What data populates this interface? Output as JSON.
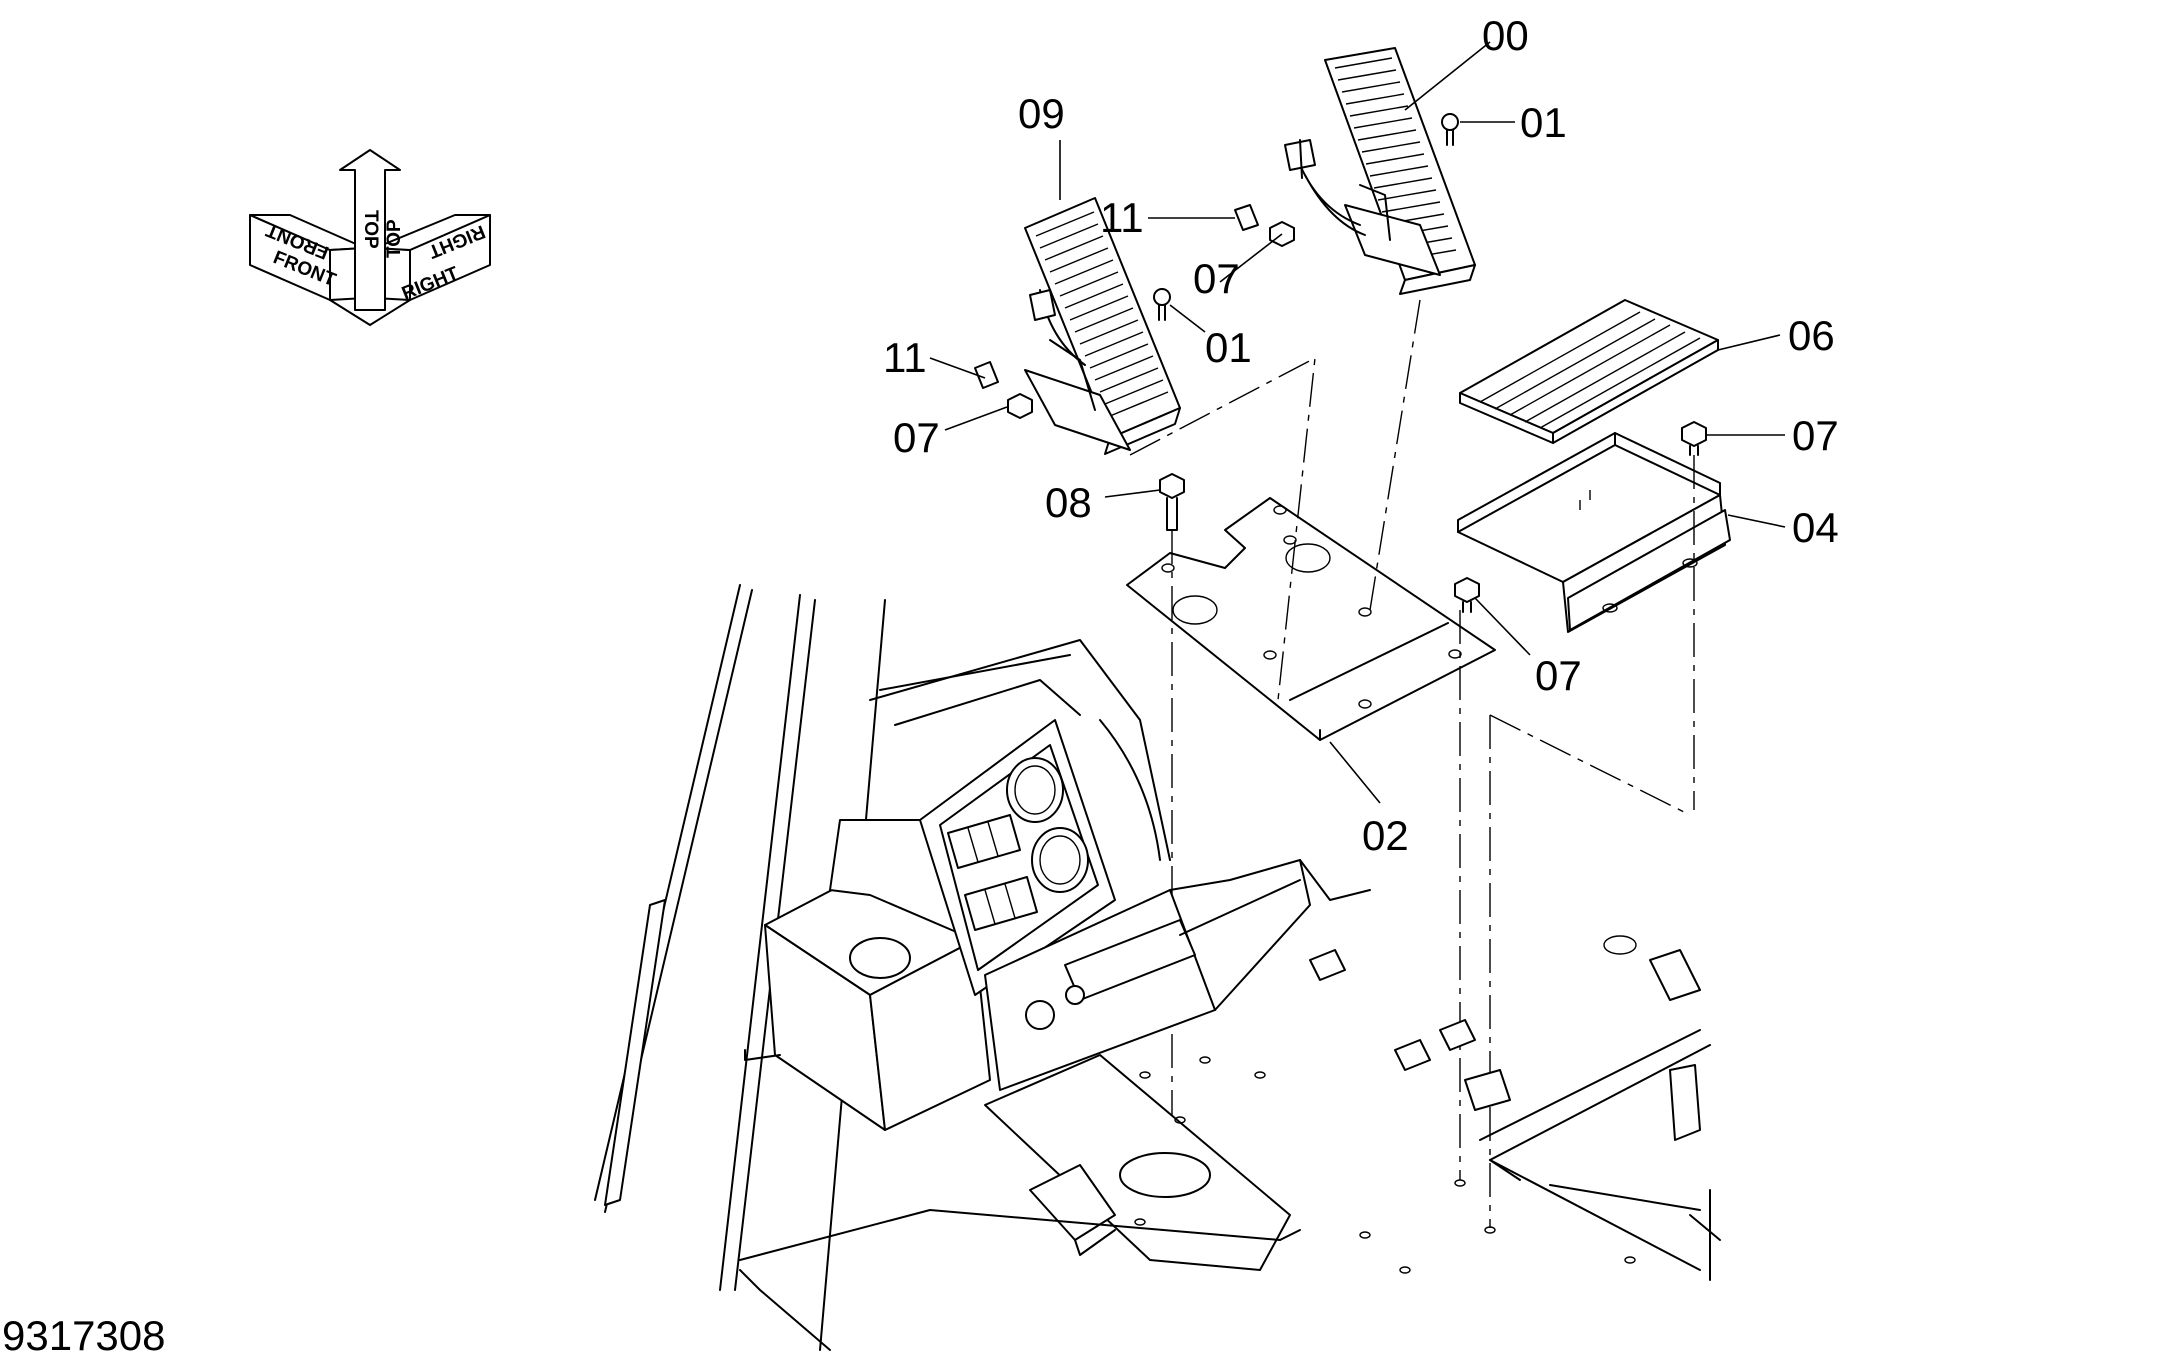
{
  "orientation": {
    "front": "FRONT",
    "top": "TOP",
    "right": "RIGHT"
  },
  "callouts": {
    "c00": "00",
    "c01a": "01",
    "c09": "09",
    "c11a": "11",
    "c07a": "07",
    "c01b": "01",
    "c11b": "11",
    "c07b": "07",
    "c06": "06",
    "c07c": "07",
    "c08": "08",
    "c04": "04",
    "c07d": "07",
    "c02": "02"
  },
  "document_number": "9317308"
}
